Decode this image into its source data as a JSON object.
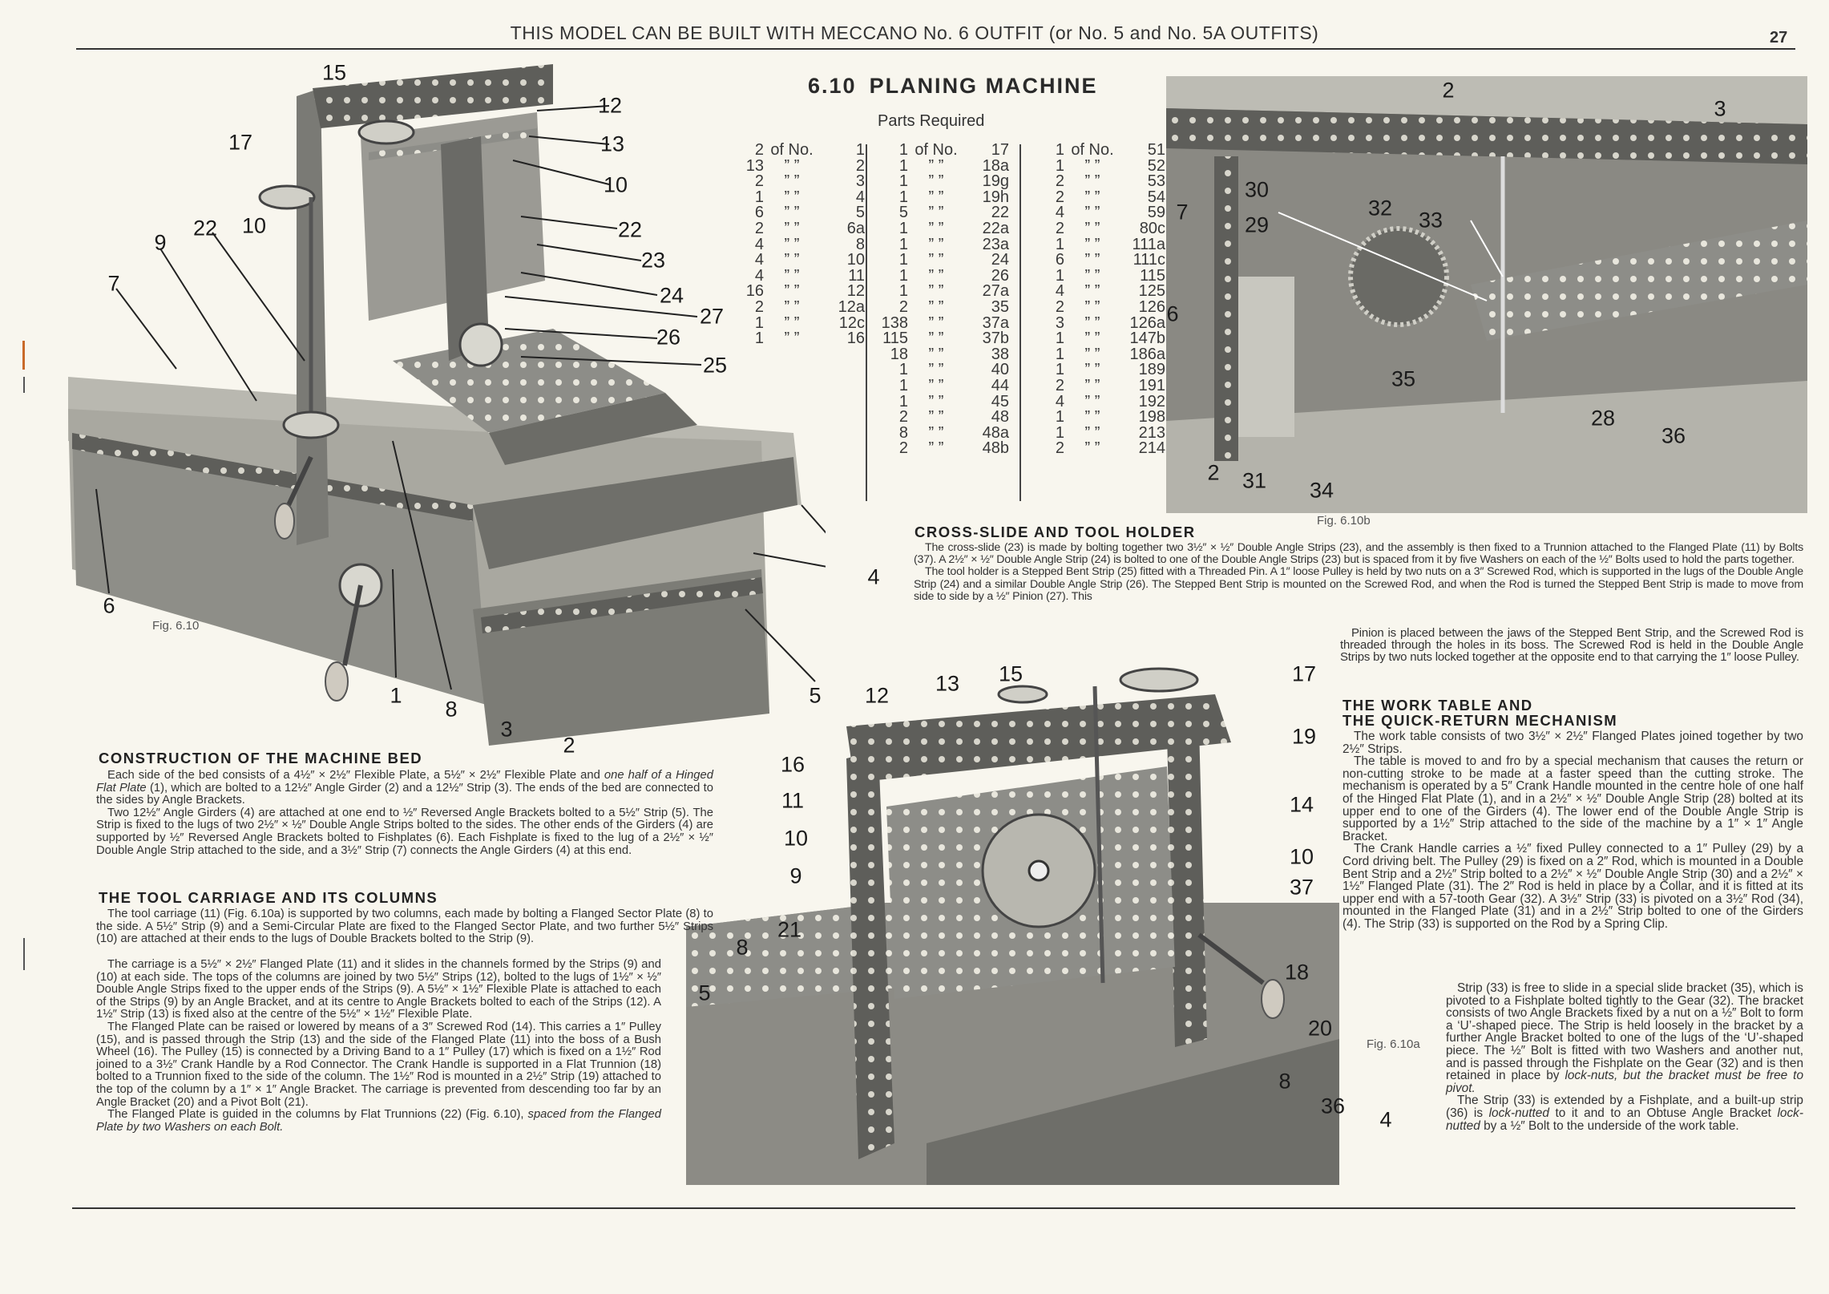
{
  "header": {
    "running_head": "THIS MODEL CAN BE BUILT WITH MECCANO No. 6 OUTFIT (or No. 5 and No. 5A OUTFITS)",
    "page_number": "27"
  },
  "title": {
    "number": "6.10",
    "text": "PLANING MACHINE"
  },
  "parts": {
    "heading": "Parts Required",
    "of_no": "of No.",
    "ditto": "”   ”",
    "columns": [
      [
        [
          "2",
          "1"
        ],
        [
          "13",
          "2"
        ],
        [
          "2",
          "3"
        ],
        [
          "1",
          "4"
        ],
        [
          "6",
          "5"
        ],
        [
          "2",
          "6a"
        ],
        [
          "4",
          "8"
        ],
        [
          "4",
          "10"
        ],
        [
          "4",
          "11"
        ],
        [
          "16",
          "12"
        ],
        [
          "2",
          "12a"
        ],
        [
          "1",
          "12c"
        ],
        [
          "1",
          "16"
        ]
      ],
      [
        [
          "1",
          "17"
        ],
        [
          "1",
          "18a"
        ],
        [
          "1",
          "19g"
        ],
        [
          "1",
          "19h"
        ],
        [
          "5",
          "22"
        ],
        [
          "1",
          "22a"
        ],
        [
          "1",
          "23a"
        ],
        [
          "1",
          "24"
        ],
        [
          "1",
          "26"
        ],
        [
          "1",
          "27a"
        ],
        [
          "2",
          "35"
        ],
        [
          "138",
          "37a"
        ],
        [
          "115",
          "37b"
        ],
        [
          "18",
          "38"
        ],
        [
          "1",
          "40"
        ],
        [
          "1",
          "44"
        ],
        [
          "1",
          "45"
        ],
        [
          "2",
          "48"
        ],
        [
          "8",
          "48a"
        ],
        [
          "2",
          "48b"
        ]
      ],
      [
        [
          "1",
          "51"
        ],
        [
          "1",
          "52"
        ],
        [
          "2",
          "53"
        ],
        [
          "2",
          "54"
        ],
        [
          "4",
          "59"
        ],
        [
          "2",
          "80c"
        ],
        [
          "1",
          "111a"
        ],
        [
          "6",
          "111c"
        ],
        [
          "1",
          "115"
        ],
        [
          "4",
          "125"
        ],
        [
          "2",
          "126"
        ],
        [
          "3",
          "126a"
        ],
        [
          "1",
          "147b"
        ],
        [
          "1",
          "186a"
        ],
        [
          "1",
          "189"
        ],
        [
          "2",
          "191"
        ],
        [
          "4",
          "192"
        ],
        [
          "1",
          "198"
        ],
        [
          "1",
          "213"
        ],
        [
          "2",
          "214"
        ]
      ]
    ]
  },
  "figures": {
    "fig_6_10": {
      "label": "Fig. 6.10",
      "callouts": [
        "15",
        "12",
        "17",
        "13",
        "10",
        "22",
        "10",
        "22",
        "9",
        "23",
        "24",
        "7",
        "27",
        "26",
        "25",
        "4",
        "6",
        "1",
        "8",
        "5",
        "3",
        "2"
      ]
    },
    "fig_6_10b": {
      "label": "Fig. 6.10b",
      "callouts": [
        "2",
        "3",
        "30",
        "32",
        "33",
        "7",
        "29",
        "6",
        "35",
        "28",
        "36",
        "2",
        "31",
        "34"
      ]
    },
    "fig_6_10a": {
      "label": "Fig. 6.10a",
      "callouts": [
        "15",
        "13",
        "17",
        "12",
        "19",
        "16",
        "11",
        "14",
        "10",
        "10",
        "9",
        "37",
        "21",
        "8",
        "18",
        "5",
        "20",
        "8",
        "36",
        "4"
      ]
    }
  },
  "sections": {
    "machine_bed": {
      "heading": "CONSTRUCTION OF THE MACHINE BED",
      "paragraphs": [
        [
          "Each side of the bed consists of a 4½″ × 2½″ Flexible Plate, a 5½″ × 2½″ Flexible Plate and ",
          {
            "i": "one half of a Hinged Flat Plate"
          },
          " (1), which are bolted to a 12½″ Angle Girder (2) and a 12½″ Strip (3). The ends of the bed are connected to the sides by Angle Brackets."
        ],
        [
          "Two 12½″ Angle Girders (4) are attached at one end to ½″ Reversed Angle Brackets bolted to a 5½″ Strip (5). The Strip is fixed to the lugs of two 2½″ × ½″ Double Angle Strips bolted to the sides. The other ends of the Girders (4) are supported by ½″ Reversed Angle Brackets bolted to Fishplates (6). Each Fishplate is fixed to the lug of a 2½″ × ½″ Double Angle Strip attached to the side, and a 3½″ Strip (7) connects the Angle Girders (4) at this end."
        ]
      ]
    },
    "tool_carriage": {
      "heading": "THE TOOL CARRIAGE AND ITS COLUMNS",
      "paragraphs_wide": [
        [
          "The tool carriage (11) (Fig. 6.10a) is supported by two columns, each made by bolting a Flanged Sector Plate (8) to the side. A 5½″ Strip (9) and a Semi-Circular Plate are fixed to the Flanged Sector Plate, and two further 5½″ Strips (10) are attached at their ends to the lugs of Double Brackets bolted to the Strip (9)."
        ]
      ],
      "paragraphs": [
        [
          "The carriage is a 5½″ × 2½″ Flanged Plate (11) and it slides in the channels formed by the Strips (9) and (10) at each side. The tops of the columns are joined by two 5½″ Strips (12), bolted to the lugs of 1½″ × ½″ Double Angle Strips fixed to the upper ends of the Strips (9). A 5½″ × 1½″ Flexible Plate is attached to each of the Strips (9) by an Angle Bracket, and at its centre to Angle Brackets bolted to each of the Strips (12). A 1½″ Strip (13) is fixed also at the centre of the 5½″ × 1½″ Flexible Plate."
        ],
        [
          "The Flanged Plate can be raised or lowered by means of a 3″ Screwed Rod (14). This carries a 1″ Pulley (15), and is passed through the Strip (13) and the side of the Flanged Plate (11) into the boss of a Bush Wheel (16). The Pulley (15) is connected by a Driving Band to a 1″ Pulley (17) which is fixed on a 1½″ Rod joined to a 3½″ Crank Handle by a Rod Connector. The Crank Handle is supported in a Flat Trunnion (18) bolted to a Trunnion fixed to the side of the column. The 1½″ Rod is mounted in a 2½″ Strip (19) attached to the top of the column by a 1″ × 1″ Angle Bracket. The carriage is prevented from descending too far by an Angle Bracket (20) and a Pivot Bolt (21)."
        ],
        [
          "The Flanged Plate is guided in the columns by Flat Trunnions (22) (Fig. 6.10), ",
          {
            "i": "spaced from the Flanged Plate by two Washers on each Bolt."
          }
        ]
      ]
    },
    "cross_slide": {
      "heading": "CROSS-SLIDE AND TOOL HOLDER",
      "paragraphs": [
        [
          "The cross-slide (23) is made by bolting together two 3½″ × ½″ Double Angle Strips (23), and the assembly is then fixed to a Trunnion attached to the Flanged Plate (11) by Bolts (37). A 2½″ × ½″ Double Angle Strip (24) is bolted to one of the Double Angle Strips (23) but is spaced from it by five Washers on each of the ½″ Bolts used to hold the parts together."
        ],
        [
          "The tool holder is a Stepped Bent Strip (25) fitted with a Threaded Pin. A 1″ loose Pulley is held by two nuts on a 3″ Screwed Rod, which is supported in the lugs of the Double Angle Strip (24) and a similar Double Angle Strip (26). The Stepped Bent Strip is mounted on the Screwed Rod, and when the Rod is turned the Stepped Bent Strip is made to move from side to side by a ½″ Pinion (27). This"
        ]
      ],
      "continuation": [
        [
          "Pinion is placed between the jaws of the Stepped Bent Strip, and the Screwed Rod is threaded through the holes in its boss. The Screwed Rod is held in the Double Angle Strips by two nuts locked together at the opposite end to that carrying the 1″ loose Pulley."
        ]
      ]
    },
    "work_table": {
      "heading_line1": "THE WORK TABLE AND",
      "heading_line2": "THE QUICK-RETURN MECHANISM",
      "paragraphs": [
        [
          "The work table consists of two 3½″ × 2½″ Flanged Plates joined together by two 2½″ Strips."
        ],
        [
          "The table is moved to and fro by a special mechanism that causes the return or non-cutting stroke to be made at a faster speed than the cutting stroke. The mechanism is operated by a 5″ Crank Handle mounted in the centre hole of one half of the Hinged Flat Plate (1), and in a 2½″ × ½″ Double Angle Strip (28) bolted at its upper end to one of the Girders (4). The lower end of the Double Angle Strip is supported by a 1½″ Strip attached to the side of the machine by a 1″ × 1″ Angle Bracket."
        ],
        [
          "The Crank Handle carries a ½″ fixed Pulley connected to a 1″ Pulley (29) by a Cord driving belt. The Pulley (29) is fixed on a 2″ Rod, which is mounted in a Double Bent Strip and a 2½″ Strip bolted to a 2½″ × ½″ Double Angle Strip (30) and a 2½″ × 1½″ Flanged Plate (31). The 2″ Rod is held in place by a Collar, and it is fitted at its upper end with a 57-tooth Gear (32). A 3½″ Strip (33) is pivoted on a 3½″ Rod (34), mounted in the Flanged Plate (31) and in a 2½″ Strip bolted to one of the Girders (4). The Strip (33) is supported on the Rod by a Spring Clip."
        ]
      ],
      "paragraphs_narrow": [
        [
          "Strip (33) is free to slide in a special slide bracket (35), which is pivoted to a Fishplate bolted tightly to the Gear (32). The bracket consists of two Angle Brackets fixed by a nut on a ½″ Bolt to form a ‘U’-shaped piece. The Strip is held loosely in the bracket by a further Angle Bracket bolted to one of the lugs of the ‘U’-shaped piece. The ½″ Bolt is fitted with two Washers and another nut, and is passed through the Fishplate on the Gear (32) and is then retained in place by ",
          {
            "i": "lock-nuts, but the bracket must be free to pivot."
          }
        ],
        [
          "The Strip (33) is extended by a Fishplate, and a built-up strip (36) is ",
          {
            "i": "lock-nutted"
          },
          " to it and to an Obtuse Angle Bracket ",
          {
            "i": "lock-nutted"
          },
          " by a ½″ Bolt to the underside of the work table."
        ]
      ]
    }
  }
}
